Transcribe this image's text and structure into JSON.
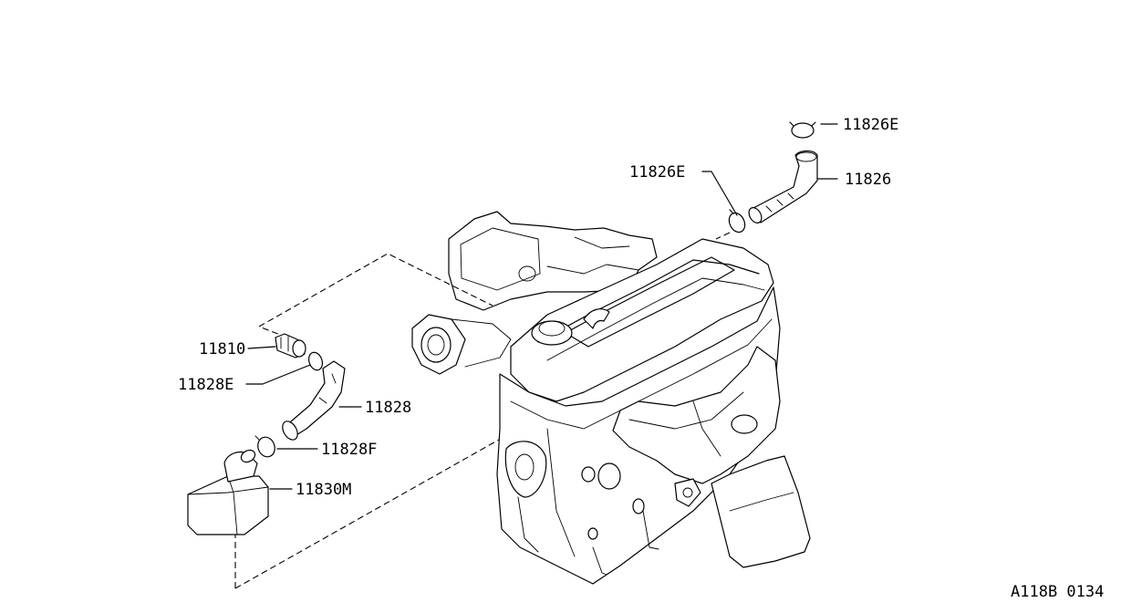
{
  "diagram": {
    "drawing_code": "A118B 0134",
    "callouts": [
      {
        "id": "11826E-top",
        "text": "11826E"
      },
      {
        "id": "11826",
        "text": "11826"
      },
      {
        "id": "11826E-mid",
        "text": "11826E"
      },
      {
        "id": "11810",
        "text": "11810"
      },
      {
        "id": "11828E",
        "text": "11828E"
      },
      {
        "id": "11828",
        "text": "11828"
      },
      {
        "id": "11828F",
        "text": "11828F"
      },
      {
        "id": "11830M",
        "text": "11830M"
      }
    ]
  }
}
